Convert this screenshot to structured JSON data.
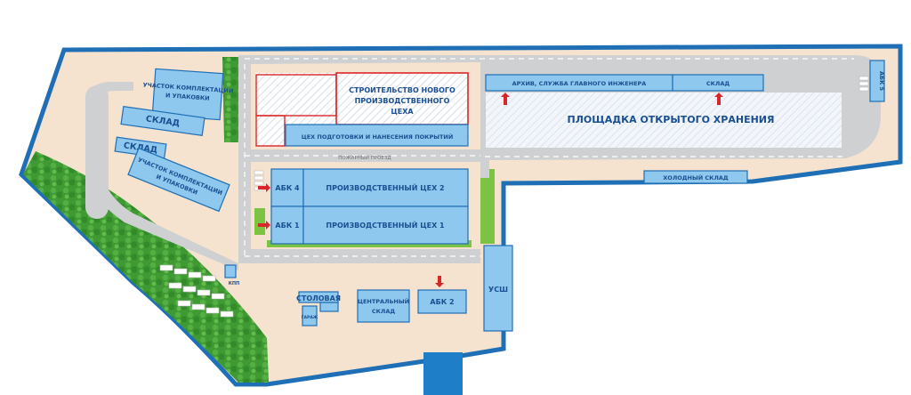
{
  "map": {
    "labels": {
      "new_shop": [
        "СТРОИТЕЛЬСТВО НОВОГО",
        "ПРОИЗВОДСТВЕННОГО",
        "ЦЕХА"
      ],
      "coating_shop": "ЦЕХ ПОДГОТОВКИ И НАНЕСЕНИЯ ПОКРЫТИЙ",
      "archive": "АРХИВ, СЛУЖБА ГЛАВНОГО ИНЖЕНЕРА",
      "warehouse_ne": "СКЛАД",
      "abk5": "АБК 5",
      "open_storage": "ПЛОЩАДКА ОТКРЫТОГО ХРАНЕНИЯ",
      "cold_warehouse": "ХОЛОДНЫЙ СКЛАД",
      "fire_passage": "ПОЖАРНЫЙ ПРОЕЗД",
      "abk4": "АБК 4",
      "shop2": "ПРОИЗВОДСТВЕННЫЙ ЦЕХ 2",
      "abk1": "АБК 1",
      "shop1": "ПРОИЗВОДСТВЕННЫЙ ЦЕХ 1",
      "pack_top": [
        "УЧАСТОК КОМПЛЕКТАЦИИ",
        "И УПАКОВКИ"
      ],
      "warehouse_w1": "СКЛАД",
      "warehouse_w2": "СКЛАД",
      "pack_mid": [
        "УЧАСТОК КОМПЛЕКТАЦИИ",
        "И УПАКОВКИ"
      ],
      "kpp": "КПП",
      "canteen": "СТОЛОВАЯ",
      "garage": "ГАРАЖ",
      "central_warehouse": [
        "ЦЕНТРАЛЬНЫЙ",
        "СКЛАД"
      ],
      "abk2": "АБК 2",
      "ussh": "УСШ"
    },
    "colors": {
      "border": "#1e6fb5",
      "building_fill": "#8ec8ee",
      "road": "#cfd0d2",
      "sand": "#f6e3cf",
      "forest": "#46a336",
      "grass": "#7cc243",
      "label": "#1a4f91",
      "construction": "#d9262b",
      "arrow": "#d9262b",
      "water": "#1e7fc8"
    }
  }
}
